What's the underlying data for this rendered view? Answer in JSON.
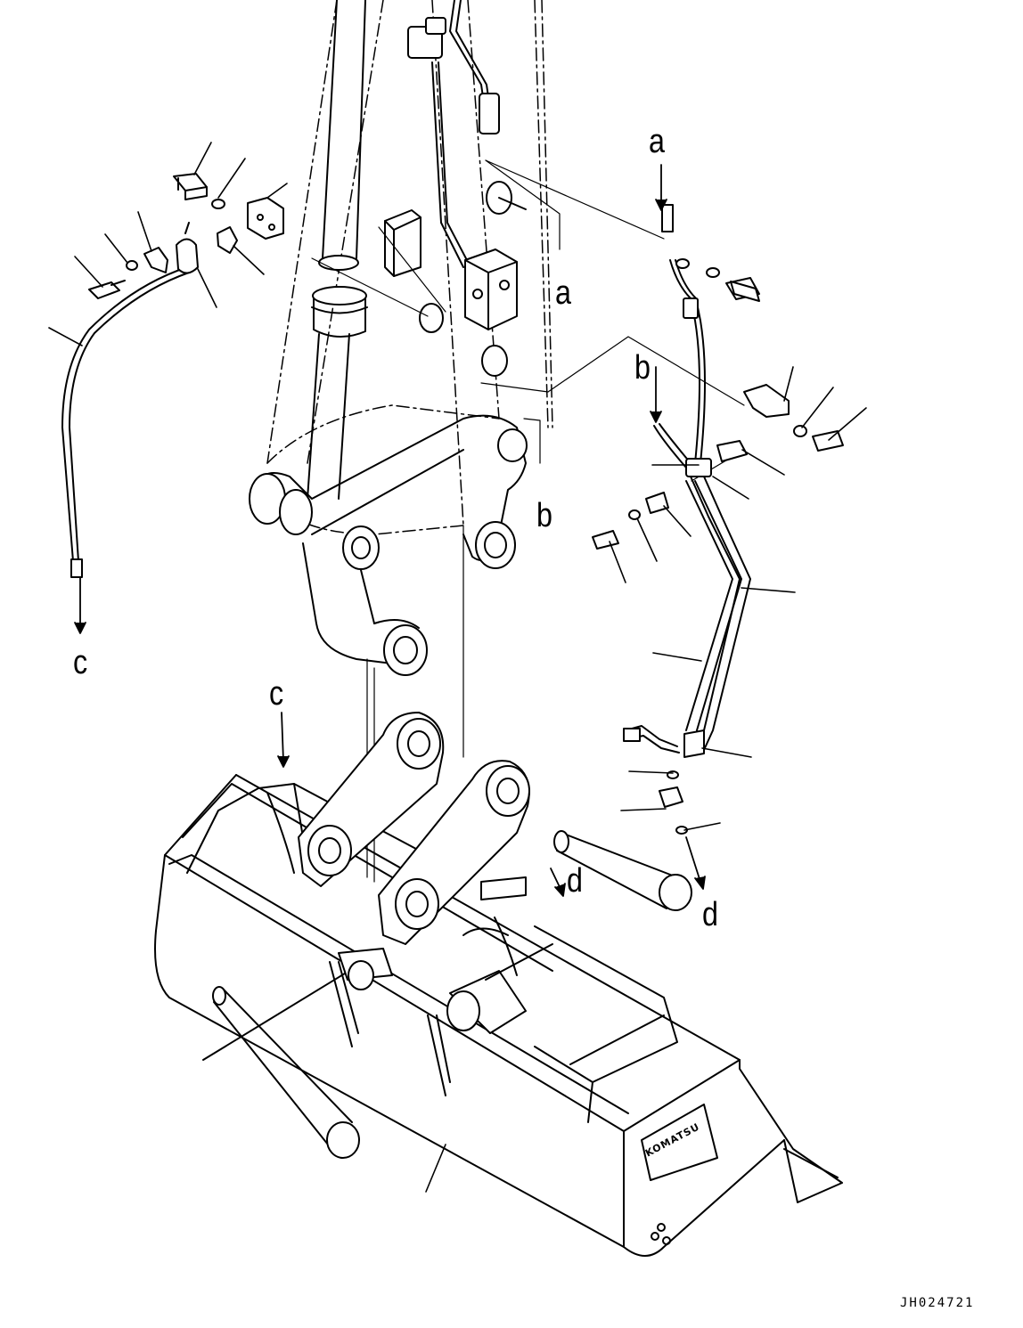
{
  "diagram": {
    "drawing_code": "JH024721",
    "connection_labels": {
      "a_top": "a",
      "a_side": "a",
      "b_top": "b",
      "b_side": "b",
      "c_left": "c",
      "c_bucket": "c",
      "d_bucket": "d",
      "d_right": "d"
    },
    "bucket_brand_text": "KOMATSU",
    "colors": {
      "ink": "#000000",
      "paper": "#ffffff"
    }
  }
}
